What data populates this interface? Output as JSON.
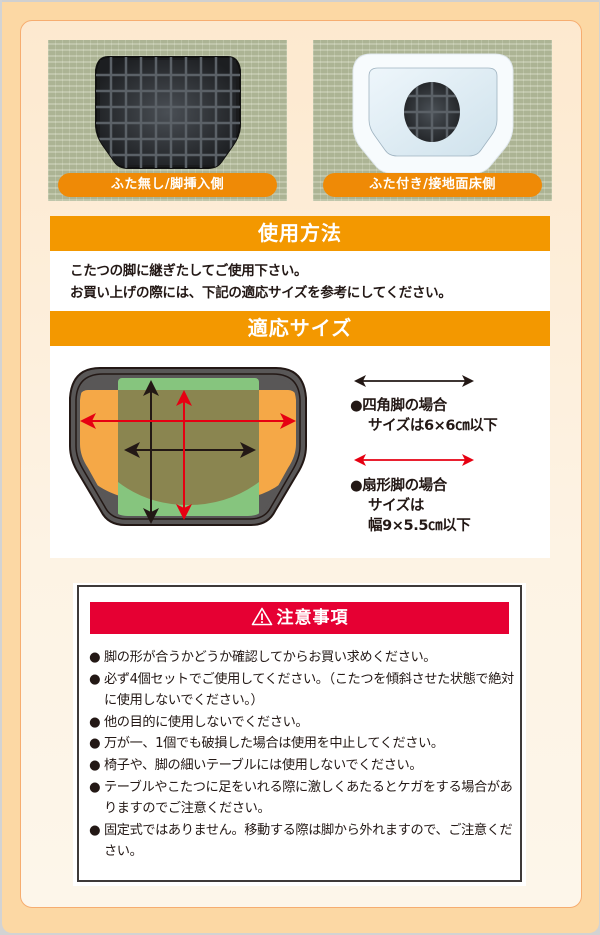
{
  "photos": [
    {
      "label": "ふた無し/脚挿入側",
      "image": "leg-cap-open-grid-side"
    },
    {
      "label": "ふた付き/接地面床側",
      "image": "leg-cap-closed-floor-side"
    }
  ],
  "usage": {
    "title": "使用方法",
    "lines": [
      "こたつの脚に継ぎたしてご使用下さい。",
      "お買い上げの際には、下記の適応サイズを参考にしてください。"
    ]
  },
  "size": {
    "title": "適応サイズ",
    "diagram": "leg-cap-size-diagram",
    "legend": [
      {
        "arrow_color": "#231815",
        "bullet": "●",
        "heading": "四角脚の場合",
        "lines": [
          "サイズは6×6㎝以下"
        ]
      },
      {
        "arrow_color": "#e60012",
        "bullet": "●",
        "heading": "扇形脚の場合",
        "lines": [
          "サイズは",
          "幅9×5.5㎝以下"
        ]
      }
    ]
  },
  "caution": {
    "icon": "warning-triangle-icon",
    "title": "注意事項",
    "bullet": "●",
    "items": [
      "脚の形が合うかどうか確認してからお買い求めください。",
      "必ず4個セットでご使用してください。（こたつを傾斜させた状態で絶対に使用しないでください。）",
      "他の目的に使用しないでください。",
      "万が一、1個でも破損した場合は使用を中止してください。",
      "椅子や、脚の細いテーブルには使用しないでください。",
      "テーブルやこたつに足をいれる際に激しくあたるとケガをする場合がありますのでご注意ください。",
      "固定式ではありません。移動する際は脚から外れますので、ご注意ください。"
    ]
  },
  "colors": {
    "orange_header": "#f39800",
    "label_orange": "#ef8a06",
    "caution_red": "#e60033",
    "frame_bg": "#fcd8a4",
    "panel_bg": "#fde9cf"
  }
}
